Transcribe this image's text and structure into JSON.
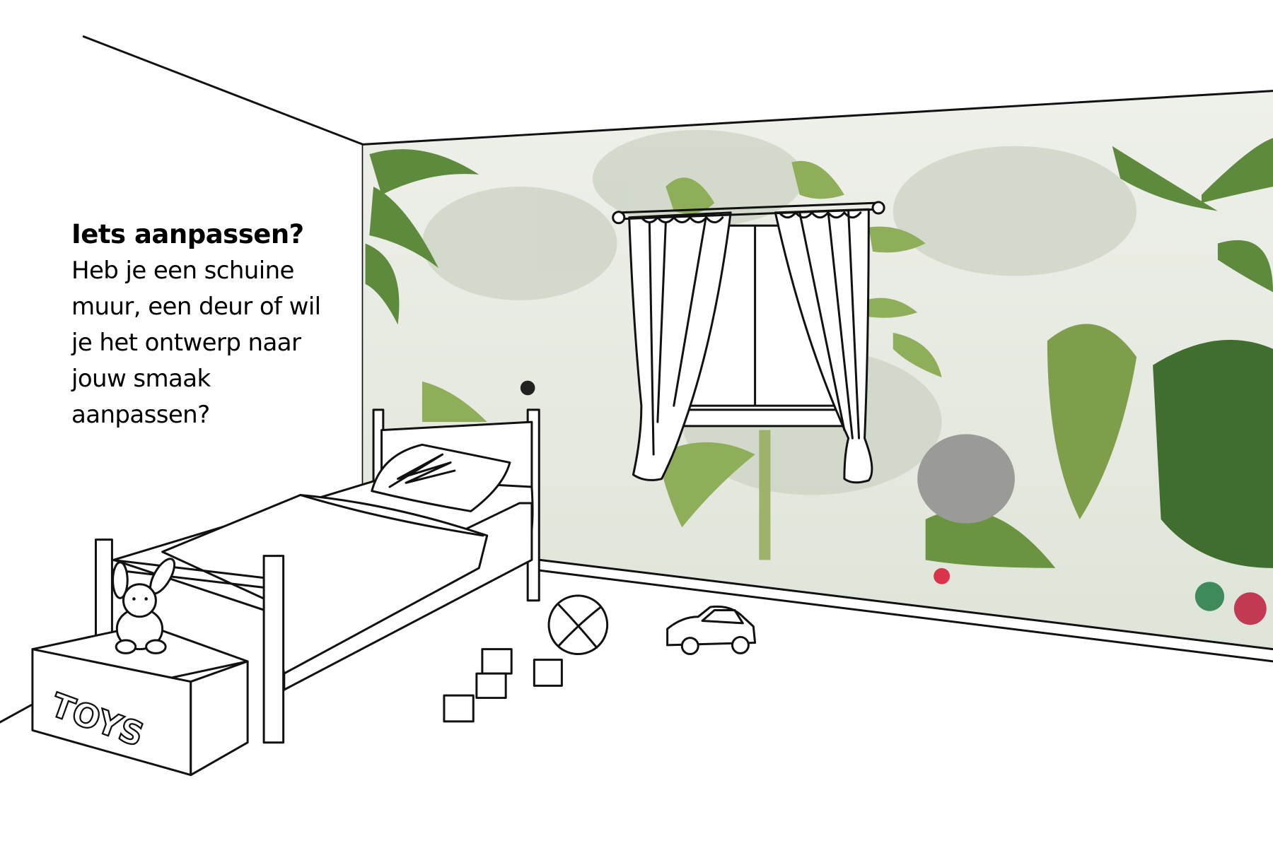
{
  "heading": "Iets aanpassen?",
  "body_lines": [
    "Heb je een schuine",
    "muur, een deur of wil",
    "je het ontwerp naar",
    "jouw smaak",
    "aanpassen?"
  ],
  "toy_box_label": "TOYS",
  "colors": {
    "mural_base": "#e6e9e1",
    "leaf_dark": "#4f7a36",
    "leaf_light": "#8fae5a",
    "flower": "#d8344a"
  }
}
